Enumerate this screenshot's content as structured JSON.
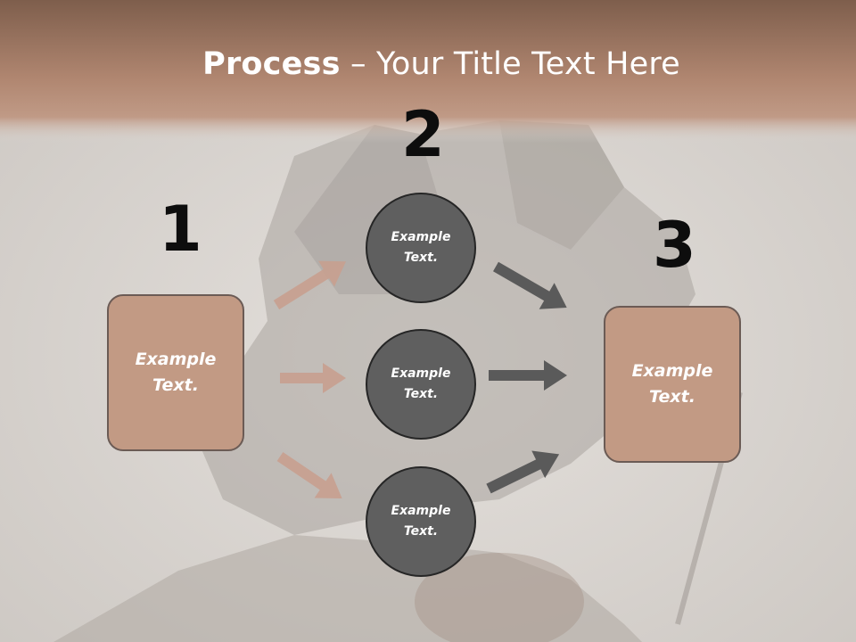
{
  "slide": {
    "title_bold": "Process",
    "title_rest": " – Your Title Text Here",
    "colors": {
      "header": "#b48a72",
      "box_fill": "#c29a84",
      "circle_fill": "#5f5f5f",
      "arrow_left": "#c8a090",
      "arrow_right": "#5a5a5a"
    }
  },
  "steps": {
    "step1_number": "1",
    "step2_number": "2",
    "step3_number": "3"
  },
  "boxes": {
    "left": {
      "line1": "Example",
      "line2": "Text."
    },
    "right": {
      "line1": "Example",
      "line2": "Text."
    }
  },
  "circles": [
    {
      "line1": "Example",
      "line2": "Text."
    },
    {
      "line1": "Example",
      "line2": "Text."
    },
    {
      "line1": "Example",
      "line2": "Text."
    }
  ]
}
